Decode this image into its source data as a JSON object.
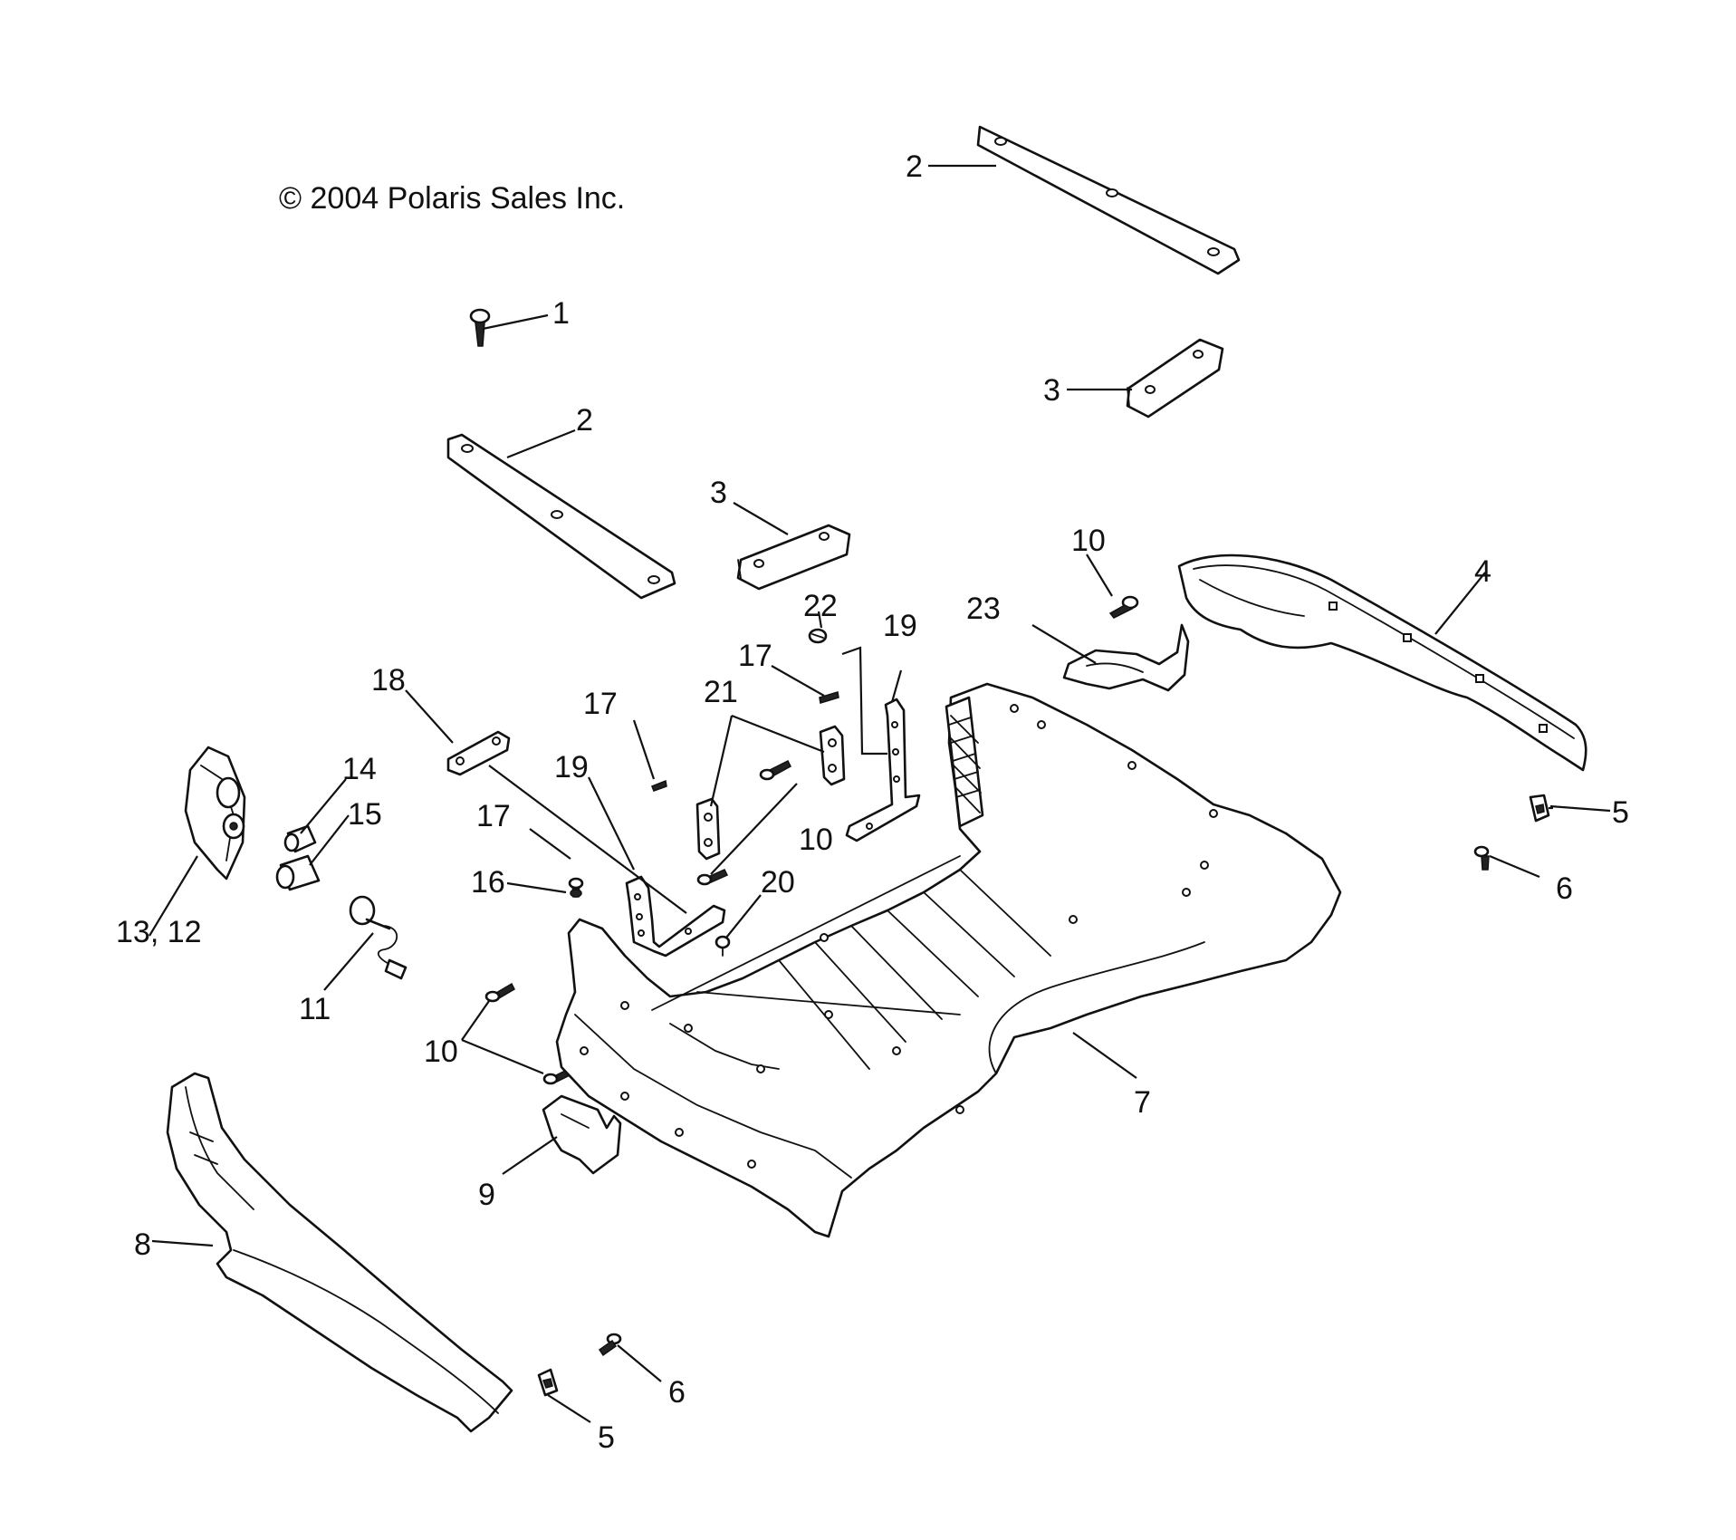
{
  "copyright": "© 2004 Polaris Sales Inc.",
  "callouts": {
    "c1": "1",
    "c2a": "2",
    "c2b": "2",
    "c3a": "3",
    "c3b": "3",
    "c4": "4",
    "c5a": "5",
    "c5b": "5",
    "c6a": "6",
    "c6b": "6",
    "c7": "7",
    "c8": "8",
    "c9": "9",
    "c10a": "10",
    "c10b": "10",
    "c10c": "10",
    "c11": "11",
    "c1312": "13, 12",
    "c14": "14",
    "c15": "15",
    "c16": "16",
    "c17a": "17",
    "c17b": "17",
    "c17c": "17",
    "c18": "18",
    "c19a": "19",
    "c19b": "19",
    "c20": "20",
    "c21": "21",
    "c22": "22",
    "c23": "23"
  }
}
